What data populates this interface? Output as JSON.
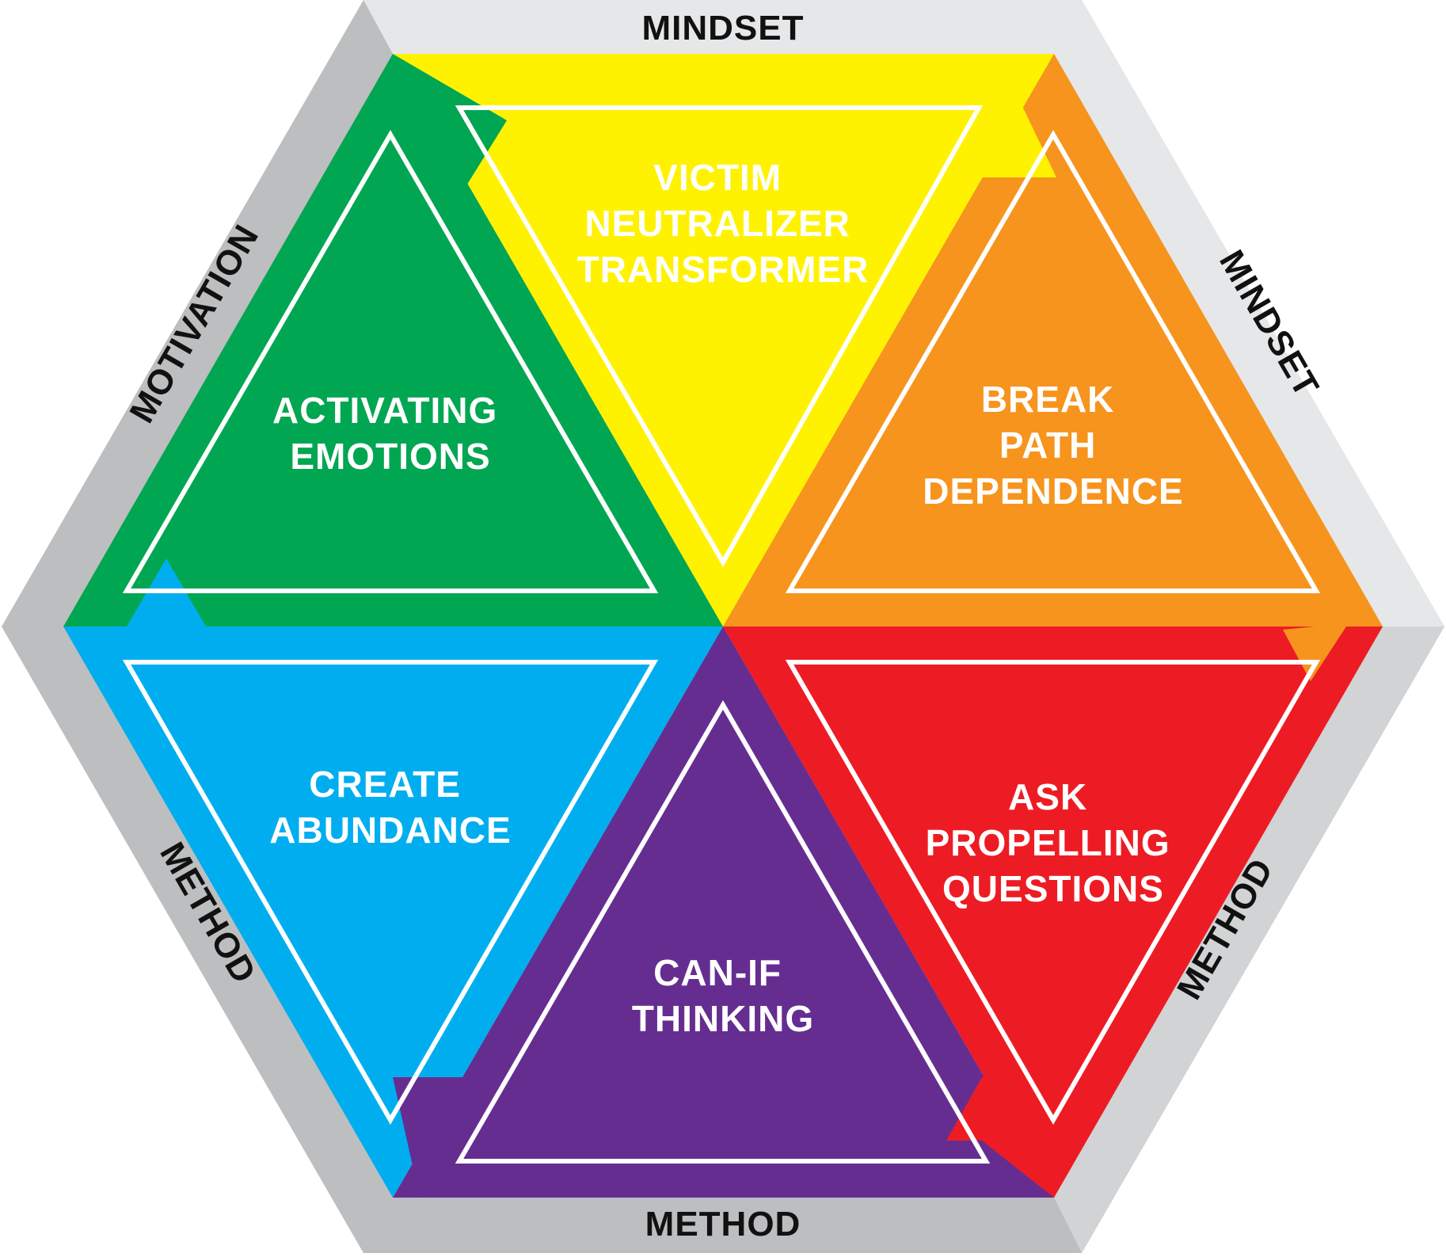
{
  "frame": {
    "top": "MINDSET",
    "upper_right": "MINDSET",
    "lower_right": "METHOD",
    "bottom": "METHOD",
    "lower_left": "METHOD",
    "upper_left": "MOTIVATION"
  },
  "segments": [
    {
      "id": "activating",
      "color": "#00A651",
      "lines": [
        "ACTIVATING",
        "EMOTIONS"
      ]
    },
    {
      "id": "victim",
      "color": "#FFF200",
      "lines": [
        "VICTIM",
        "NEUTRALIZER",
        "TRANSFORMER"
      ]
    },
    {
      "id": "break",
      "color": "#F7941D",
      "lines": [
        "BREAK",
        "PATH",
        "DEPENDENCE"
      ]
    },
    {
      "id": "ask",
      "color": "#ED1C24",
      "lines": [
        "ASK",
        "PROPELLING",
        "QUESTIONS"
      ]
    },
    {
      "id": "canif",
      "color": "#662D91",
      "lines": [
        "CAN-IF",
        "THINKING"
      ]
    },
    {
      "id": "abundance",
      "color": "#00AEEF",
      "lines": [
        "CREATE",
        "ABUNDANCE"
      ]
    }
  ],
  "colors": {
    "frame_dark": "#BDBEC0",
    "frame_light": "#E6E7E8",
    "outline": "#FFFFFF"
  }
}
